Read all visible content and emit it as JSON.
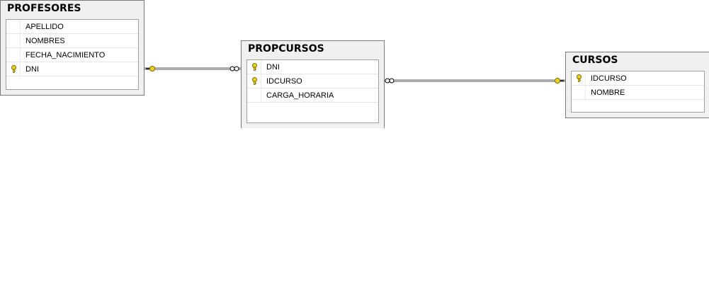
{
  "tables": {
    "profesores": {
      "name": "PROFESORES",
      "columns": [
        {
          "name": "APELLIDO",
          "key": false
        },
        {
          "name": "NOMBRES",
          "key": false
        },
        {
          "name": "FECHA_NACIMIENTO",
          "key": false
        },
        {
          "name": "DNI",
          "key": true
        }
      ]
    },
    "propcursos": {
      "name": "PROPCURSOS",
      "columns": [
        {
          "name": "DNI",
          "key": true
        },
        {
          "name": "IDCURSO",
          "key": true
        },
        {
          "name": "CARGA_HORARIA",
          "key": false
        }
      ]
    },
    "cursos": {
      "name": "CURSOS",
      "columns": [
        {
          "name": "IDCURSO",
          "key": true
        },
        {
          "name": "NOMBRE",
          "key": false
        }
      ]
    }
  },
  "colors": {
    "key_fill": "#f2d21c",
    "key_outline": "#7a6a00",
    "connector": "#5a5a5a"
  },
  "relationships": [
    {
      "from": "PROFESORES",
      "to": "PROPCURSOS",
      "from_end": "key",
      "to_end": "infinity"
    },
    {
      "from": "PROPCURSOS",
      "to": "CURSOS",
      "from_end": "infinity",
      "to_end": "key"
    }
  ]
}
